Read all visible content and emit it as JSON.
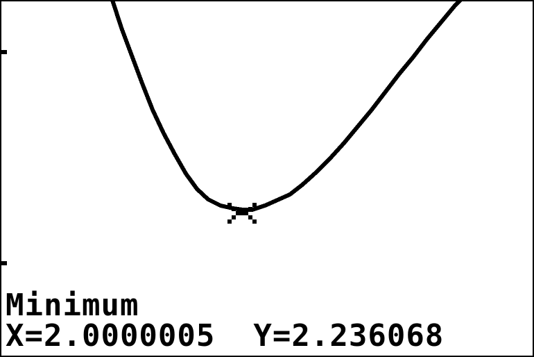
{
  "calc": {
    "mode_label": "Minimum",
    "x_text": "X=2.0000005",
    "y_text": "Y=2.236068"
  },
  "graph": {
    "curve_color": "#000000",
    "background_color": "#ffffff",
    "cursor_icon": "cross-cursor-icon"
  }
}
